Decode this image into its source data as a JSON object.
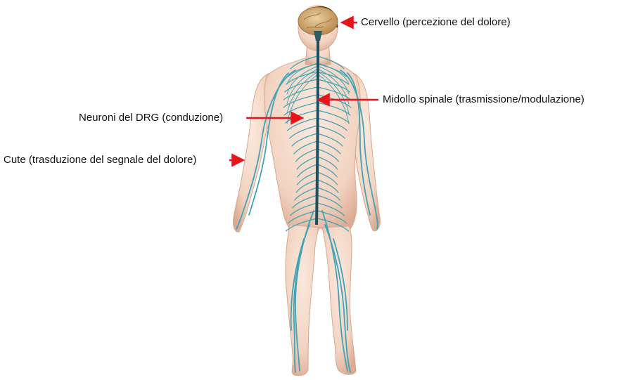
{
  "colors": {
    "arrow": "#e8141b",
    "skin_light": "#f7e0d2",
    "skin_shadow": "#e2b39c",
    "nerve": "#3fa4b5",
    "spine": "#1d4f5e",
    "brain": "#d6b07a",
    "hair": "#4a3421"
  },
  "labels": {
    "brain": "Cervello (percezione del dolore)",
    "spinal_cord": "Midollo spinale (trasmissione/modulazione)",
    "drg": "Neuroni del DRG (conduzione)",
    "skin": "Cute (trasduzione del segnale del dolore)"
  }
}
